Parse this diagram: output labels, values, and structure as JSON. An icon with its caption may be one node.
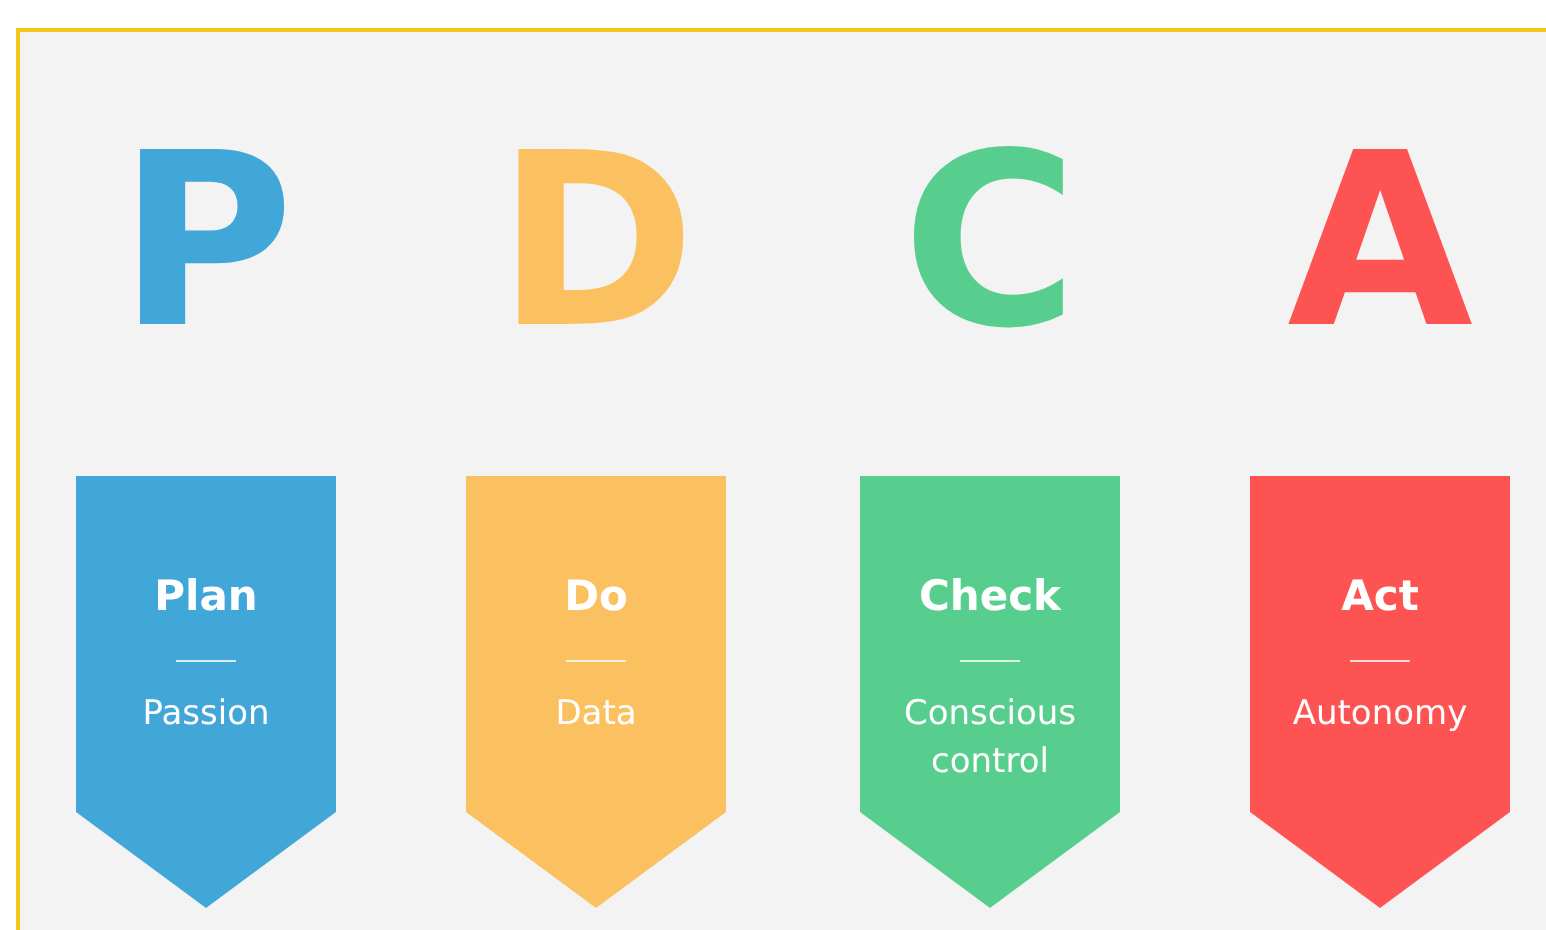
{
  "diagram": {
    "nodes": [
      {
        "text": [
          "Plan",
          "Passion"
        ]
      },
      {
        "text": [
          "Do",
          "Data"
        ]
      },
      {
        "text": [
          "Check",
          "Conscious control"
        ]
      },
      {
        "text": [
          "Act",
          "Autonomy"
        ]
      }
    ],
    "edges": [],
    "labels": [
      "P",
      "D",
      "C",
      "A"
    ]
  }
}
